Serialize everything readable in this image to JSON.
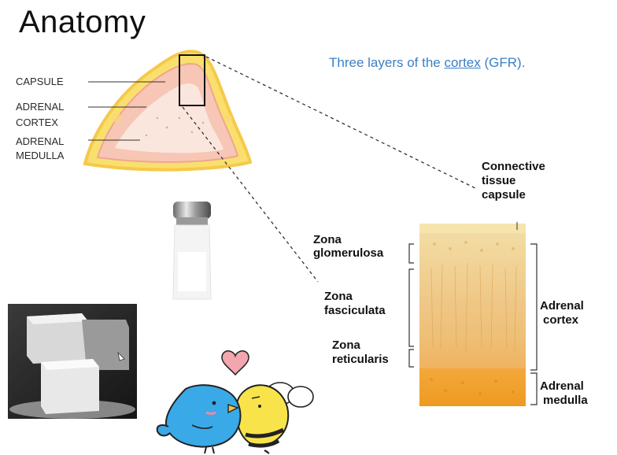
{
  "title": "Anatomy",
  "subtitle": {
    "prefix": "Three layers of the ",
    "link": "cortex",
    "suffix": " (GFR)."
  },
  "gland_labels": {
    "capsule": "CAPSULE",
    "cortex_1": "ADRENAL",
    "cortex_2": "CORTEX",
    "medulla_1": "ADRENAL",
    "medulla_2": "MEDULLA"
  },
  "section_labels": {
    "connective_1": "Connective",
    "connective_2": "tissue",
    "connective_3": "capsule",
    "zg_1": "Zona",
    "zg_2": "glomerulosa",
    "zf_1": "Zona",
    "zf_2": "fasciculata",
    "zr_1": "Zona",
    "zr_2": "reticularis",
    "ac_1": "Adrenal",
    "ac_2": "cortex",
    "am_1": "Adrenal",
    "am_2": "medulla"
  },
  "colors": {
    "subtitle": "#3b7fc4",
    "capsule_yellow": "#f7d86a",
    "cortex_pink": "#f6c3b6",
    "section_tan": "#f0cf8c",
    "medulla_orange": "#f0a030",
    "bird_blue": "#39a7e6",
    "bee_yellow": "#f8e44a",
    "heart_pink": "#f0a0a8"
  },
  "icons": [
    "salt-shaker-icon",
    "sugar-cubes-image",
    "bird-and-bee-icon",
    "heart-icon"
  ]
}
